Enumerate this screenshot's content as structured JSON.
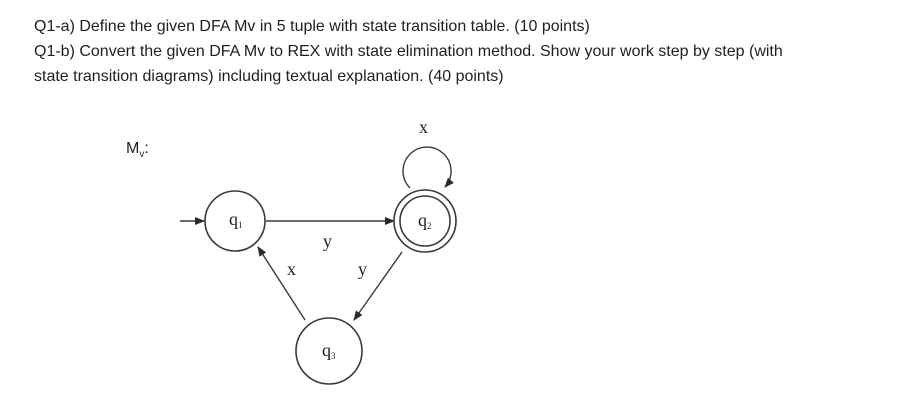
{
  "question": {
    "q1a": "Q1-a) Define the given DFA Mv in 5 tuple with state transition table. (10 points)",
    "q1b_line1": "Q1-b) Convert the given DFA Mv to REX with state elimination method. Show your work step by step (with",
    "q1b_line2": "state transition diagrams) including textual explanation. (40 points)"
  },
  "machine": {
    "name": "M",
    "subscript": "v",
    "suffix": ":"
  },
  "states": [
    {
      "id": "q1",
      "base": "q",
      "sub": "1",
      "start": true,
      "accept": false
    },
    {
      "id": "q2",
      "base": "q",
      "sub": "2",
      "start": false,
      "accept": true
    },
    {
      "id": "q3",
      "base": "q",
      "sub": "3",
      "start": false,
      "accept": false
    }
  ],
  "transitions": [
    {
      "from": "q1",
      "to": "q2",
      "symbol": "y"
    },
    {
      "from": "q2",
      "to": "q2",
      "symbol": "x"
    },
    {
      "from": "q2",
      "to": "q3",
      "symbol": "y"
    },
    {
      "from": "q3",
      "to": "q1",
      "symbol": "x"
    }
  ],
  "colors": {
    "stroke": "#3a3a3a",
    "text": "#1f1f1f"
  }
}
